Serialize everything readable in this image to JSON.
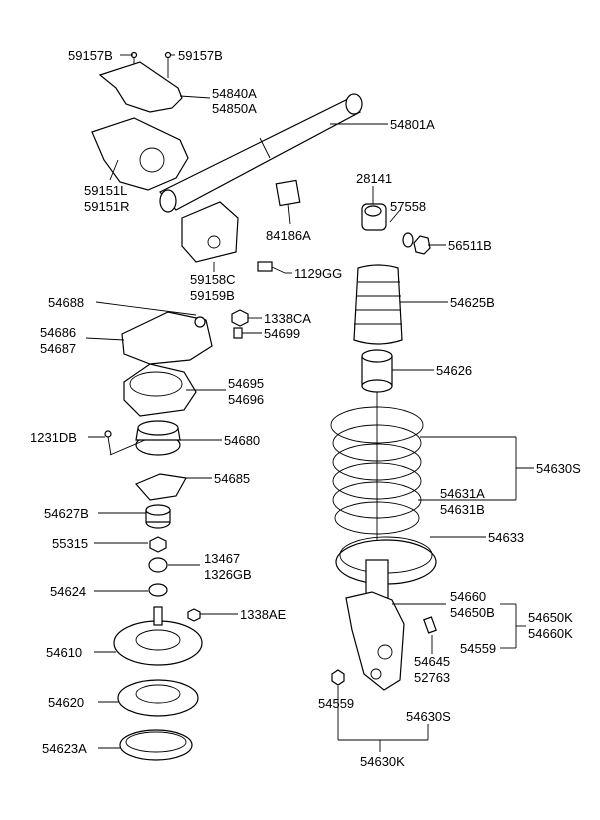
{
  "labels": {
    "l59157B_a": "59157B",
    "l59157B_b": "59157B",
    "l54840A": "54840A",
    "l54850A": "54850A",
    "l54801A": "54801A",
    "l59151L": "59151L",
    "l59151R": "59151R",
    "l28141": "28141",
    "l57558": "57558",
    "l84186A": "84186A",
    "l56511B": "56511B",
    "l59158C": "59158C",
    "l59159B": "59159B",
    "l1129GG": "1129GG",
    "l54625B": "54625B",
    "l54688": "54688",
    "l1338CA": "1338CA",
    "l54686": "54686",
    "l54687": "54687",
    "l54699": "54699",
    "l54626": "54626",
    "l54695": "54695",
    "l54696": "54696",
    "l1231DB": "1231DB",
    "l54680": "54680",
    "l54630S_a": "54630S",
    "l54685": "54685",
    "l54631A": "54631A",
    "l54631B": "54631B",
    "l54627B": "54627B",
    "l54633": "54633",
    "l55315": "55315",
    "l13467": "13467",
    "l1326GB": "1326GB",
    "l54624": "54624",
    "l54660": "54660",
    "l54650B": "54650B",
    "l54650K": "54650K",
    "l54660K": "54660K",
    "l1338AE": "1338AE",
    "l54559_a": "54559",
    "l54610": "54610",
    "l54645": "54645",
    "l52763": "52763",
    "l54559_b": "54559",
    "l54620": "54620",
    "l54630S_b": "54630S",
    "l54623A": "54623A",
    "l54630K": "54630K"
  }
}
